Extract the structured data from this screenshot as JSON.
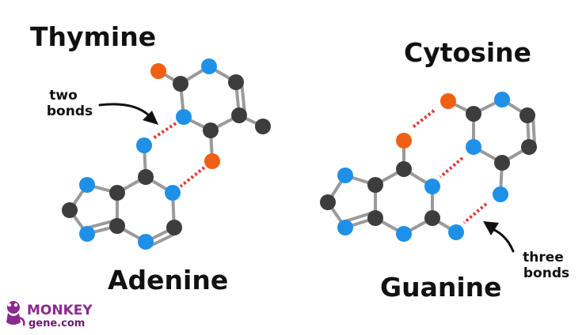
{
  "titles": {
    "thymine": "Thymine",
    "adenine": "Adenine",
    "cytosine": "Cytosine",
    "guanine": "Guanine"
  },
  "notes": {
    "two_bonds_line1": "two",
    "two_bonds_line2": "bonds",
    "three_bonds_line1": "three",
    "three_bonds_line2": "bonds"
  },
  "logo": {
    "brand": "MONKEY",
    "site": "gene.com",
    "brand_color": "#8a2a8c",
    "site_color": "#6a1d6e"
  },
  "colors": {
    "carbon": "#3d3d3d",
    "nitrogen": "#1e90e8",
    "oxygen": "#f06014",
    "hydrogen_bond": "#e03a3a",
    "bond": "#9a9a9a",
    "text": "#111111"
  },
  "icons": {
    "arrow": "curved-arrow-icon",
    "logo": "monkey-logo-icon"
  }
}
